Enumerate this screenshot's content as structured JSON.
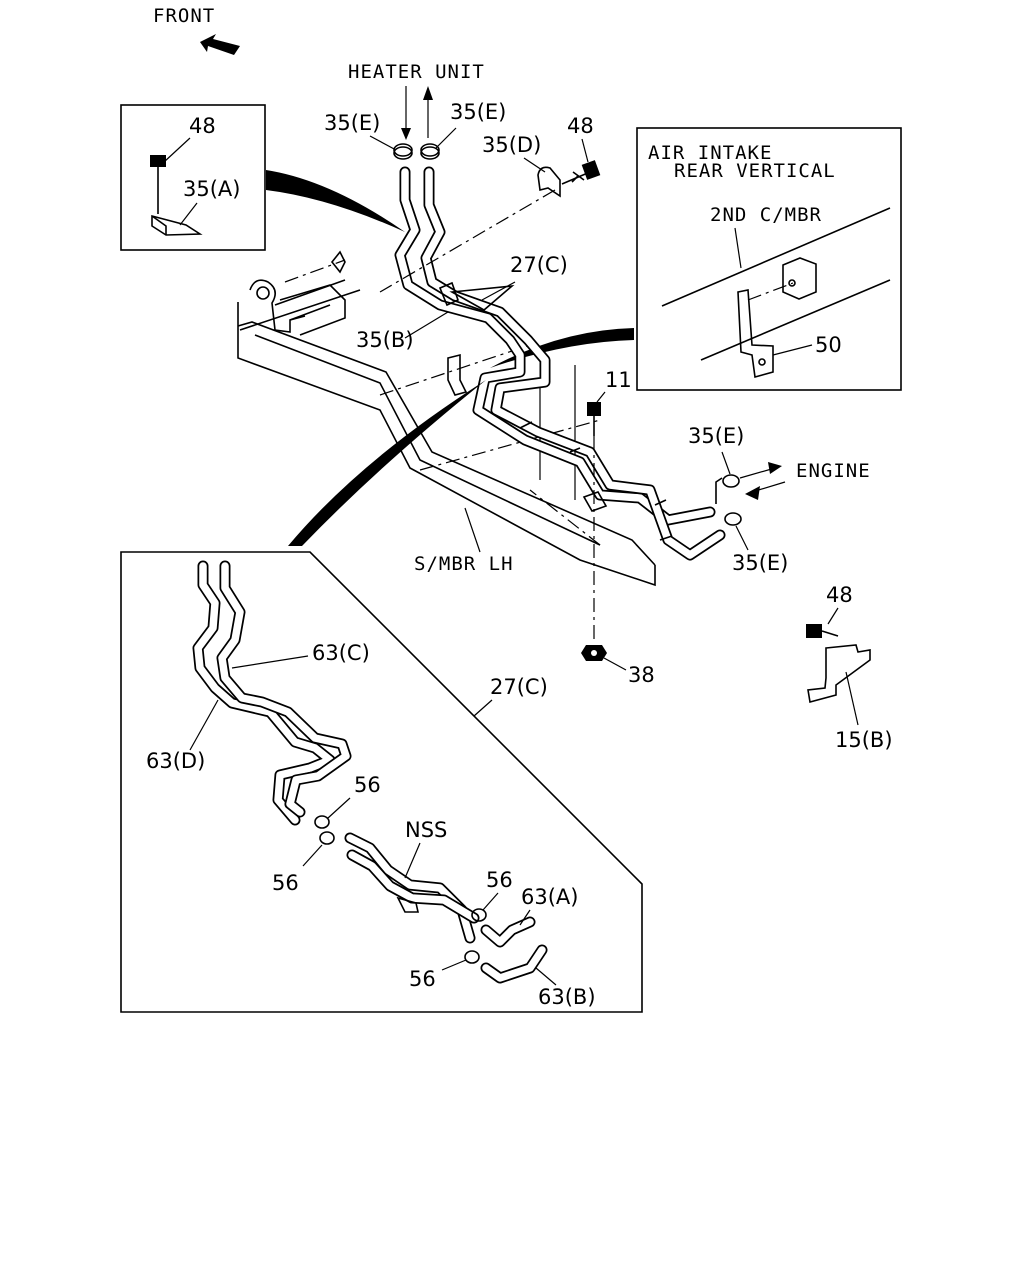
{
  "labels": {
    "front": "FRONT",
    "heater_unit": "HEATER UNIT",
    "engine": "ENGINE",
    "s_mbr_lh": "S/MBR LH",
    "air_intake_line1": "AIR INTAKE",
    "air_intake_line2": "REAR VERTICAL",
    "second_c_mbr": "2ND C/MBR",
    "nss": "NSS"
  },
  "callouts": {
    "c48_box": "48",
    "c35a": "35(A)",
    "c35e_l": "35(E)",
    "c35e_r": "35(E)",
    "c35d": "35(D)",
    "c48_top": "48",
    "c27c_top": "27(C)",
    "c35b": "35(B)",
    "c50": "50",
    "c11": "11",
    "c35e_eng1": "35(E)",
    "c35e_eng2": "35(E)",
    "c48_right": "48",
    "c15b": "15(B)",
    "c38": "38",
    "c63c": "63(C)",
    "c27c_inset": "27(C)",
    "c63d": "63(D)",
    "c56_a": "56",
    "c56_b": "56",
    "c56_c": "56",
    "c56_d": "56",
    "c63a": "63(A)",
    "c63b": "63(B)"
  }
}
